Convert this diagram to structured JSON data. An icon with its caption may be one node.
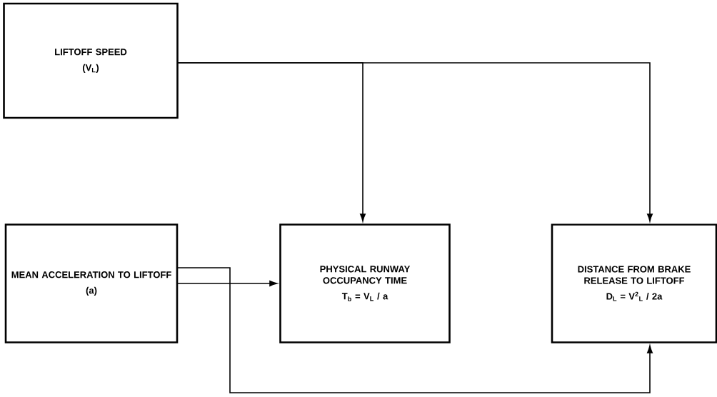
{
  "diagram": {
    "nodes": [
      {
        "text": [
          "LIFTOFF SPEED",
          "(V$_{L}$)"
        ]
      },
      {
        "text": [
          "MEAN ACCELERATION TO LIFTOFF",
          "(a)"
        ]
      },
      {
        "text": [
          "PHYSICAL RUNWAY OCCUPANCY TIME",
          "T$_{b}$ = V$_{L}$ / a"
        ]
      },
      {
        "text": [
          "DISTANCE FROM BRAKE RELEASE TO LIFTOFF",
          "D$_{L}$ = V$^{2}$$_{L}$ / 2a"
        ]
      }
    ],
    "edges": [
      {
        "from": 0,
        "to": 2,
        "arrow": "to"
      },
      {
        "from": 0,
        "to": 3,
        "arrow": "to"
      },
      {
        "from": 1,
        "to": 2,
        "arrow": "to"
      },
      {
        "from": 1,
        "to": 3,
        "arrow": "to"
      }
    ]
  }
}
